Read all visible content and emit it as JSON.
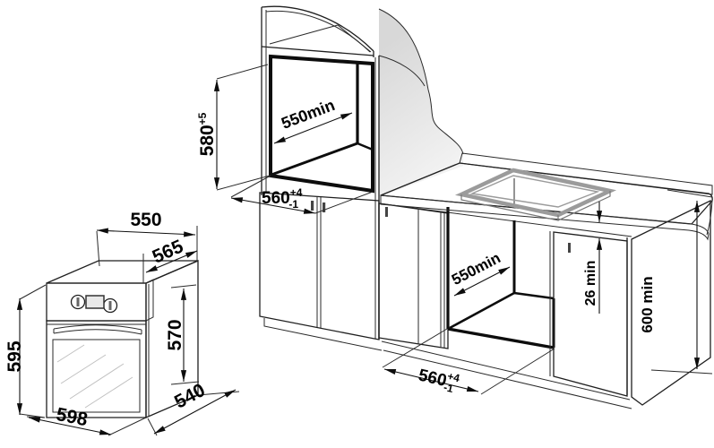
{
  "oven": {
    "top_width": "550",
    "depth_overall": "565",
    "height": "595",
    "body_height": "570",
    "width": "598",
    "body_depth": "540"
  },
  "tall_unit_niche": {
    "height": "580",
    "height_tolerance": "+5",
    "depth": "550min",
    "width": "560",
    "width_tolerance_plus": "+4",
    "width_tolerance_minus": "-1"
  },
  "base_unit_niche": {
    "depth": "550min",
    "width": "560",
    "width_tolerance_plus": "+4",
    "width_tolerance_minus": "-1",
    "worktop_clearance": "26 min",
    "height": "600 min"
  },
  "colors": {
    "line": "#1f1f1f",
    "bold_line": "#0d0d0d",
    "cutout_gray": "#9b9b9b",
    "side_shade": "#e2e2e2",
    "wall_shade": "#d8d8d8",
    "background": "#ffffff"
  }
}
